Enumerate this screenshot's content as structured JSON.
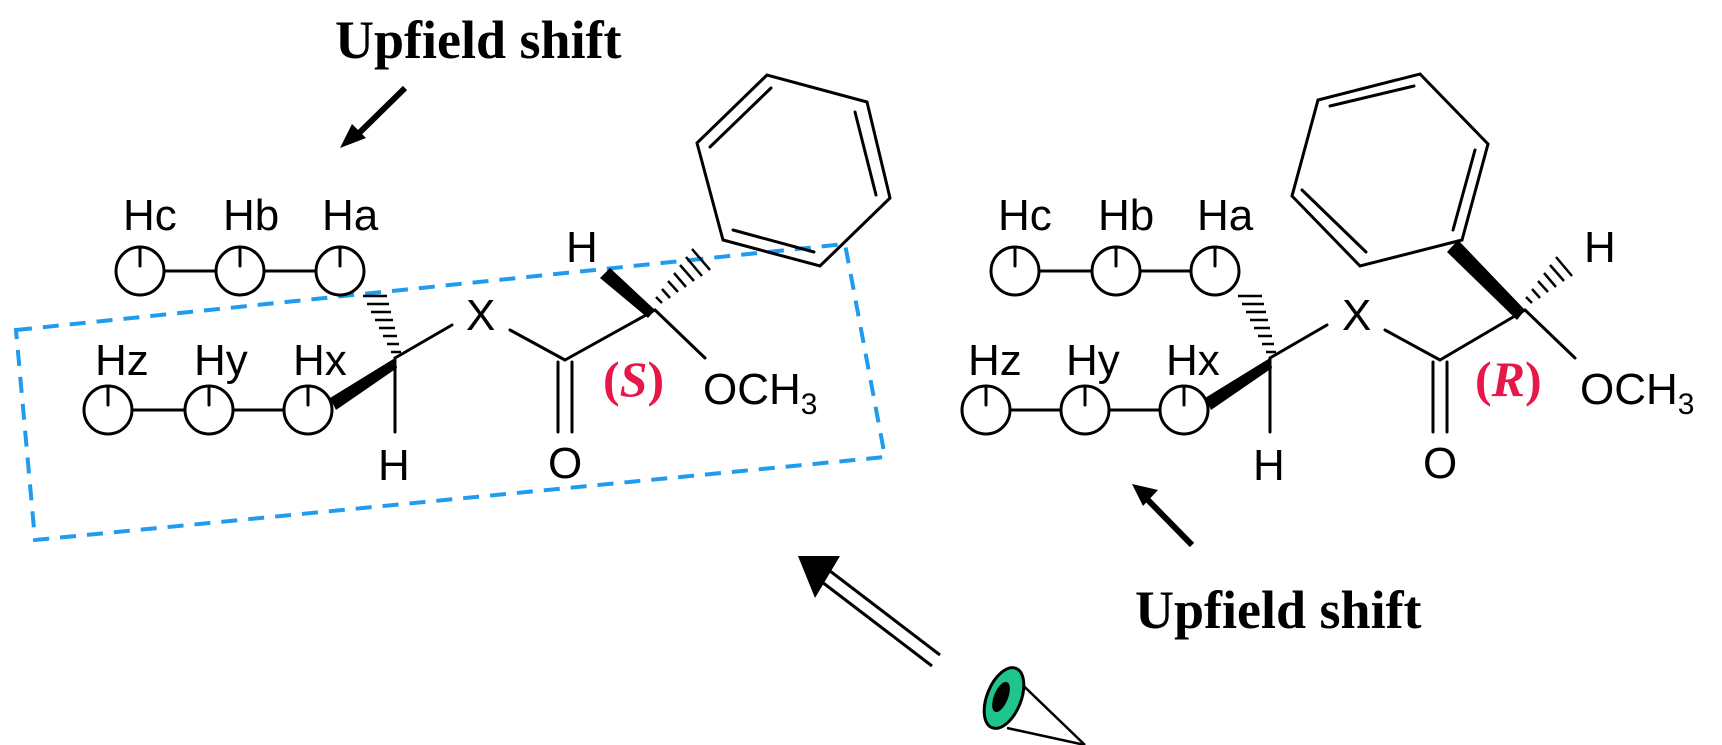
{
  "labels": {
    "upfield_top": "Upfield shift",
    "upfield_bottom": "Upfield shift",
    "H": "H",
    "X": "X",
    "O": "O",
    "OCH": "OCH",
    "sub3": "3"
  },
  "left_molecule": {
    "chain_top": [
      "Hc",
      "Hb",
      "Ha"
    ],
    "chain_bottom": [
      "Hz",
      "Hy",
      "Hx"
    ],
    "config_letter": "S"
  },
  "right_molecule": {
    "chain_top": [
      "Hc",
      "Hb",
      "Ha"
    ],
    "chain_bottom": [
      "Hz",
      "Hy",
      "Hx"
    ],
    "config_letter": "R"
  },
  "colors": {
    "config_label": "#e8174a",
    "dashed_box": "#1f9bef",
    "eye_iris": "#1fc48e",
    "ink": "#000000"
  },
  "icons": {
    "eye": "eye-icon",
    "arrows": "arrow-icon"
  }
}
